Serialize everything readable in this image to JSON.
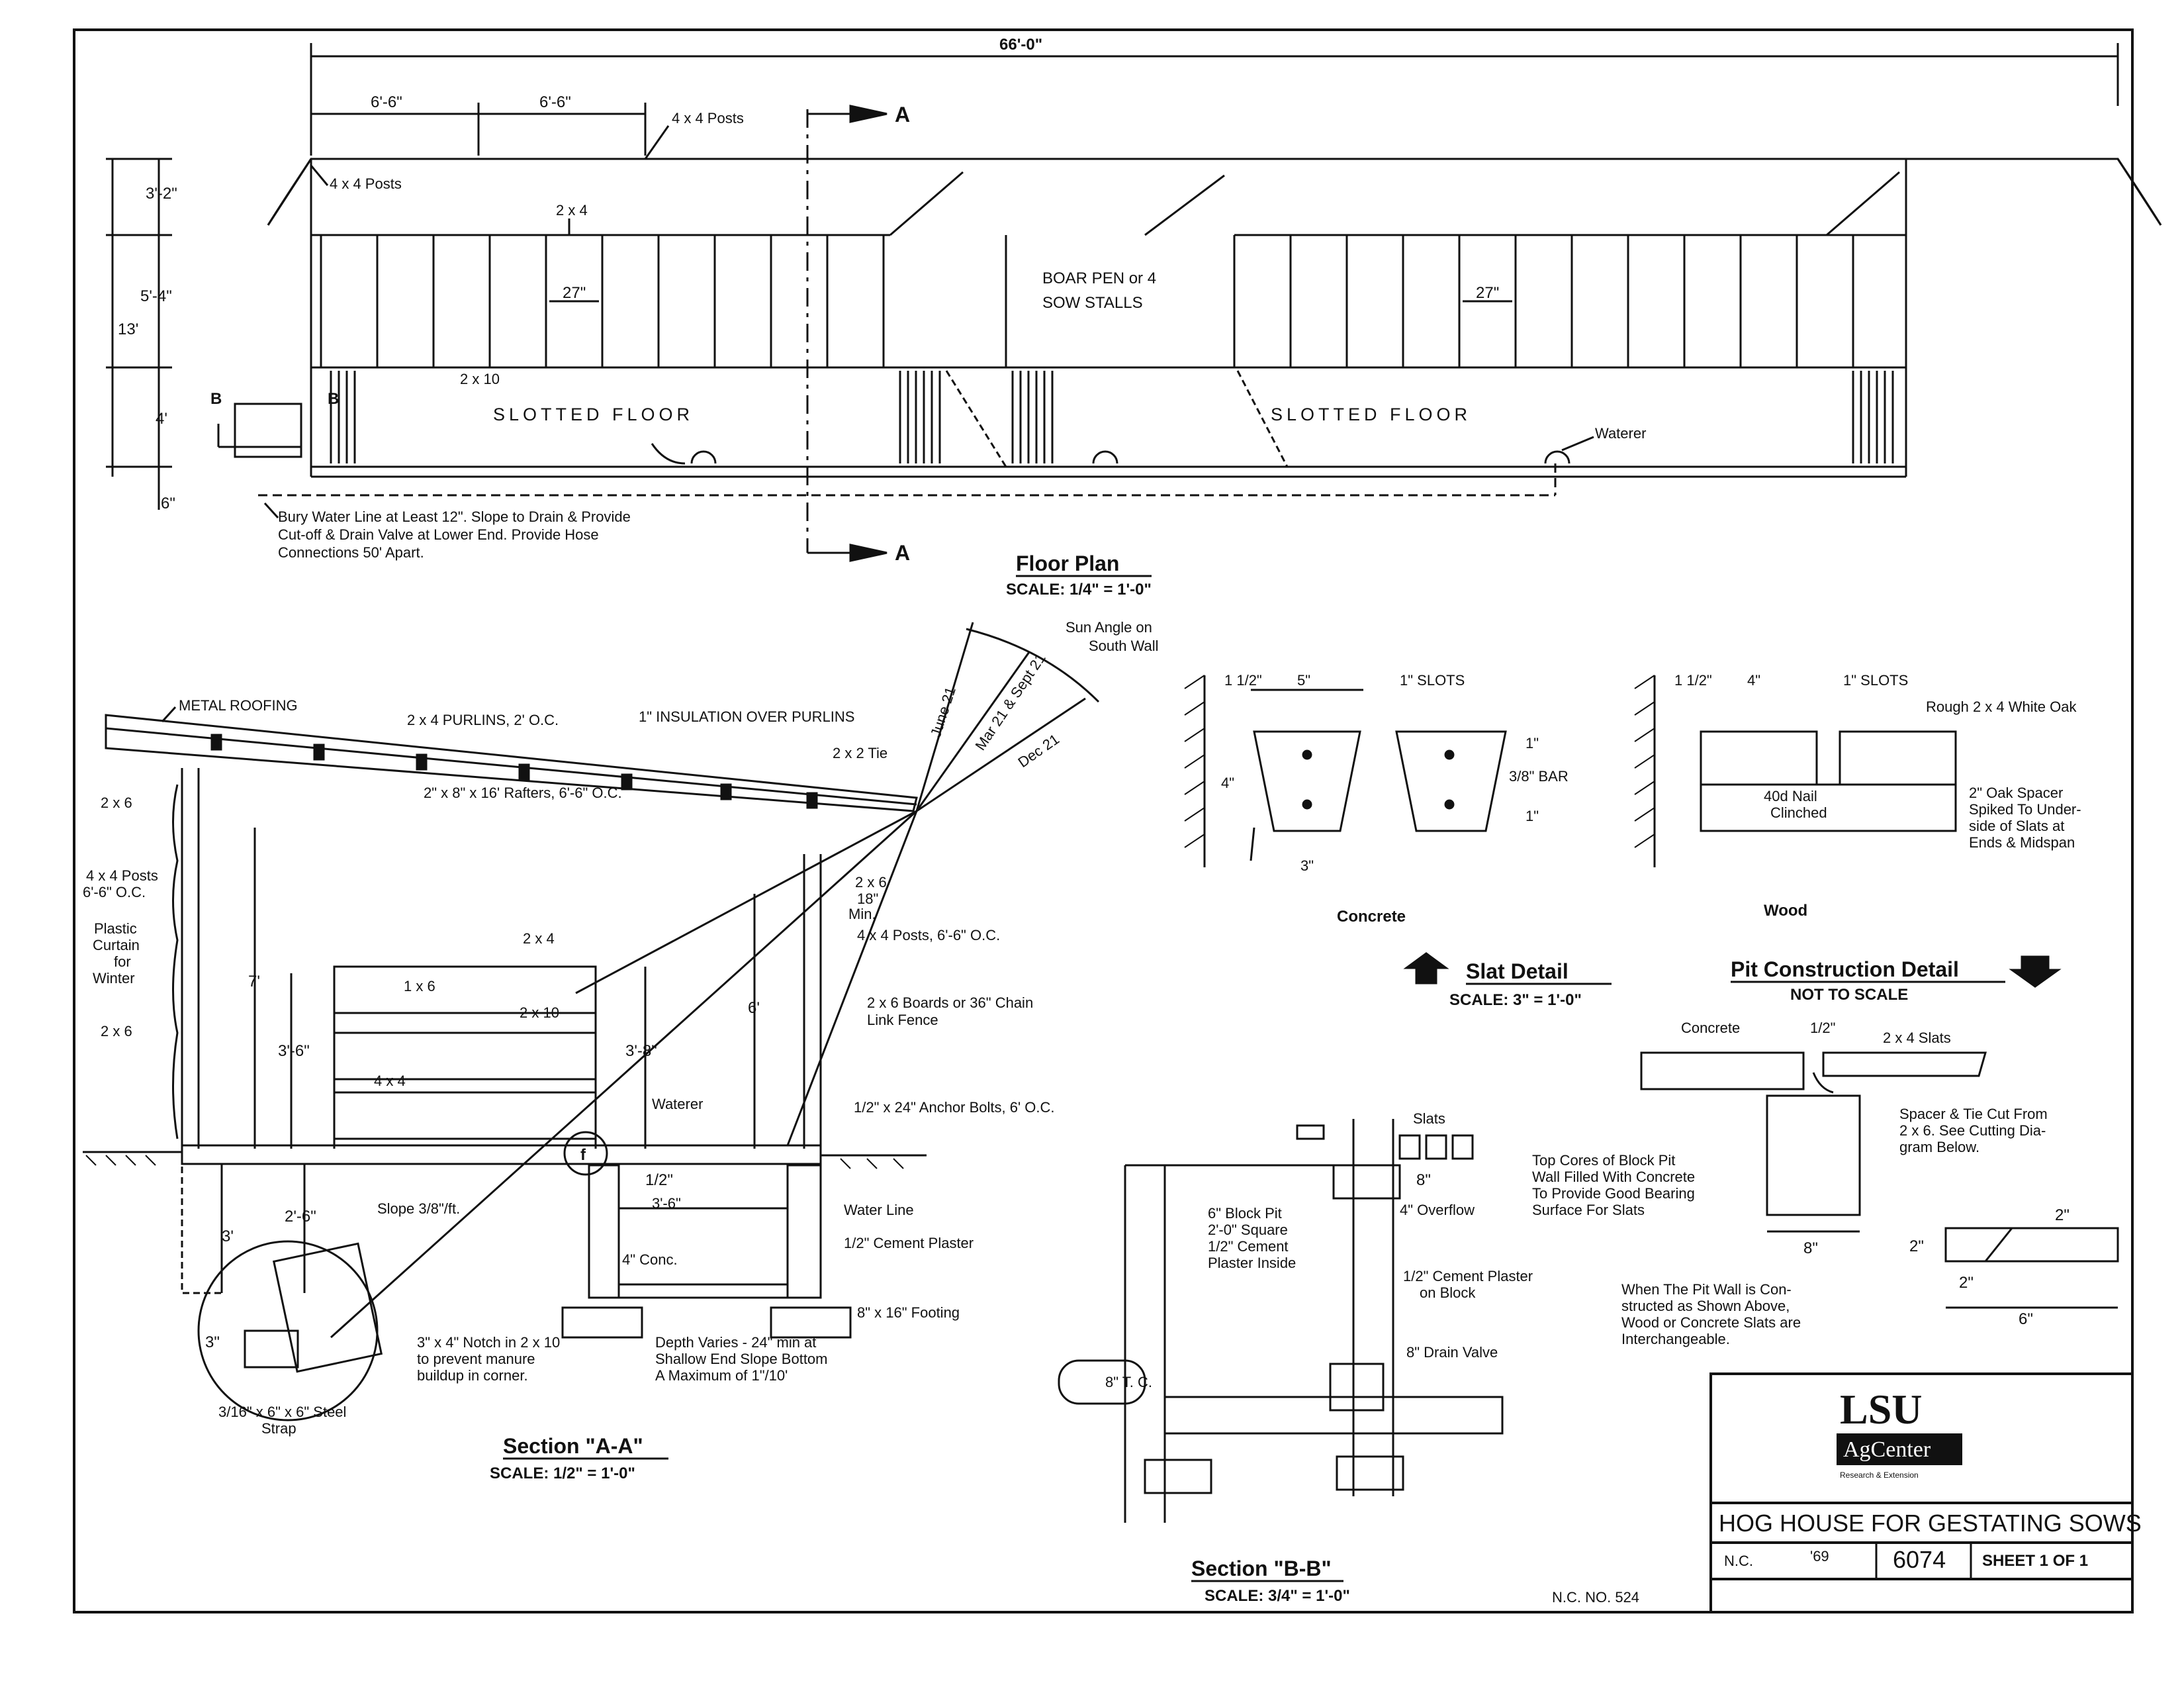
{
  "floor_plan": {
    "overall_width": "66'-0\"",
    "bay_1": "6'-6\"",
    "bay_2": "6'-6\"",
    "posts_top": "4 x 4 Posts",
    "posts_left": "4 x 4 Posts",
    "member_2x4": "2 x 4",
    "member_2x10": "2 x 10",
    "height_total": "13'",
    "height_roof": "3'-2\"",
    "height_stalls": "5'-4\"",
    "height_floor": "4'",
    "height_base": "6\"",
    "stall_width_left": "27\"",
    "stall_width_right": "27\"",
    "boar_pen_line1": "BOAR PEN or 4",
    "boar_pen_line2": "SOW STALLS",
    "slotted_floor_left": "SLOTTED FLOOR",
    "slotted_floor_right": "SLOTTED FLOOR",
    "waterer": "Waterer",
    "section_mark_a_top": "A",
    "section_mark_a_bottom": "A",
    "section_mark_b_left": "B",
    "section_mark_b_right": "B",
    "note_line1": "Bury Water Line at Least 12\". Slope to Drain & Provide",
    "note_line2": "Cut-off & Drain Valve at Lower End. Provide Hose",
    "note_line3": "Connections 50' Apart.",
    "title": "Floor Plan",
    "scale": "SCALE: 1/4\" = 1'-0\""
  },
  "section_aa": {
    "metal_roofing": "METAL ROOFING",
    "purlins": "2 x 4 PURLINS, 2' O.C.",
    "insulation": "1\" INSULATION OVER PURLINS",
    "tie": "2 x 2 Tie",
    "rafters": "2\" x 8\" x 16' Rafters, 6'-6\" O.C.",
    "sun_angle": "Sun Angle on South Wall",
    "june": "June 21",
    "mar_sept": "Mar 21 & Sept 21",
    "dec": "Dec 21",
    "left_2x6_top": "2 x 6",
    "left_posts_1": "4 x 4 Posts",
    "left_posts_2": "6'-6\" O.C.",
    "curtain_1": "Plastic",
    "curtain_2": "Curtain",
    "curtain_3": "for",
    "curtain_4": "Winter",
    "left_2x6_bottom": "2 x 6",
    "h7": "7'",
    "h6": "6'",
    "h3_6": "3'-6\"",
    "h3_8": "3'-8\"",
    "h2_6": "2'-6\"",
    "h3": "3'",
    "h18": "18\"",
    "min": "Min.",
    "right_2x6": "2 x 6",
    "right_posts": "4 x 4 Posts, 6'-6\" O.C.",
    "pen_2x4": "2 x 4",
    "pen_1x6": "1 x 6",
    "pen_2x10": "2 x 10",
    "pen_4x4": "4 x 4",
    "boards_1": "2 x 6 Boards or 36\" Chain",
    "boards_2": "Link Fence",
    "waterer": "Waterer",
    "anchor": "1/2\" x 24\" Anchor Bolts, 6' O.C.",
    "half_in": "1/2\"",
    "slope": "Slope 3/8\"/ft.",
    "pit_width": "3'-6\"",
    "water_line": "Water Line",
    "cement_plaster": "1/2\" Cement Plaster",
    "conc": "4\" Conc.",
    "footing": "8\" x 16\" Footing",
    "depth_1": "Depth Varies - 24\" min at",
    "depth_2": "Shallow End Slope Bottom",
    "depth_3": "A Maximum of 1\"/10'",
    "notch_1": "3\" x 4\" Notch in 2 x 10",
    "notch_2": "to prevent manure",
    "notch_3": "buildup in corner.",
    "detail_3in": "3\"",
    "strap_1": "3/16\" x 6\" x 6\" Steel",
    "strap_2": "Strap",
    "callout": "f",
    "title": "Section \"A-A\"",
    "scale": "SCALE: 1/2\" = 1'-0\""
  },
  "slat_detail": {
    "conc_1_5": "1 1/2\"",
    "conc_5": "5\"",
    "conc_slots": "1\" SLOTS",
    "conc_4": "4\"",
    "conc_3": "3\"",
    "conc_1a": "1\"",
    "conc_1b": "1\"",
    "bar": "3/8\" BAR",
    "wood_1_5": "1 1/2\"",
    "wood_4": "4\"",
    "wood_slots": "1\" SLOTS",
    "rough": "Rough 2 x 4 White Oak",
    "nail_1": "40d Nail",
    "nail_2": "Clinched",
    "spacer_1": "2\" Oak Spacer",
    "spacer_2": "Spiked To Under-",
    "spacer_3": "side of Slats at",
    "spacer_4": "Ends & Midspan",
    "concrete_label": "Concrete",
    "wood_label": "Wood",
    "title": "Slat Detail",
    "scale": "SCALE: 3\" = 1'-0\""
  },
  "pit_detail": {
    "title": "Pit Construction Detail",
    "scale": "NOT TO SCALE",
    "concrete": "Concrete",
    "half": "1/2\"",
    "slats": "2 x 4 Slats",
    "spacer_1": "Spacer & Tie Cut From",
    "spacer_2": "2 x 6. See Cutting Dia-",
    "spacer_3": "gram Below.",
    "cores_1": "Top Cores of Block Pit",
    "cores_2": "Wall Filled With Concrete",
    "cores_3": "To Provide Good Bearing",
    "cores_4": "Surface For Slats",
    "w8": "8\"",
    "d2a": "2\"",
    "d2b": "2\"",
    "d2c": "2\"",
    "d6": "6\"",
    "note_1": "When The Pit Wall is Con-",
    "note_2": "structed as Shown Above,",
    "note_3": "Wood or Concrete Slats are",
    "note_4": "Interchangeable."
  },
  "section_bb": {
    "slats": "Slats",
    "h8": "8\"",
    "overflow": "4\" Overflow",
    "pit_1": "6\" Block Pit",
    "pit_2": "2'-0\" Square",
    "pit_3": "1/2\" Cement",
    "pit_4": "Plaster Inside",
    "plaster_1": "1/2\" Cement Plaster",
    "plaster_2": "on Block",
    "valve": "8\" Drain Valve",
    "tc": "8\" T. C.",
    "title": "Section \"B-B\"",
    "scale": "SCALE: 3/4\" = 1'-0\""
  },
  "title_block": {
    "logo_main": "LSU",
    "logo_sub": "AgCenter",
    "logo_tag": "Research & Extension",
    "project": "HOG HOUSE FOR GESTATING SOWS",
    "state": "N.C.",
    "year": "'69",
    "number": "6074",
    "sheet": "SHEET 1 OF 1"
  },
  "nc_number": "N.C. NO. 524"
}
